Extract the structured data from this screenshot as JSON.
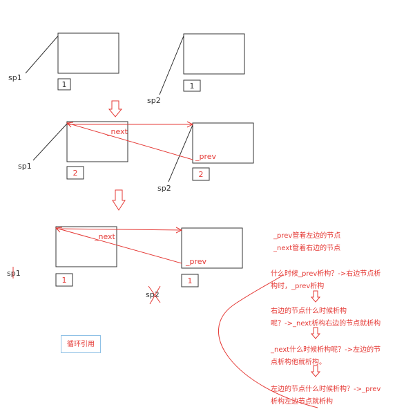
{
  "labels": {
    "sp1": "sp1",
    "sp2": "sp2",
    "next": "_next",
    "prev": "_prev",
    "count_1": "1",
    "count_2": "2"
  },
  "caption": "循环引用",
  "notes": [
    "_prev管着左边的节点",
    "_next管着右边的节点",
    "什么时候_prev析构？->右边节点析",
    "构时，_prev析构",
    "右边的节点什么时候析构",
    "呢？->_next析构右边的节点就析构",
    "_next什么时候析构呢？->左边的节",
    "点析构他就析构。",
    "左边的节点什么时候析构？->_prev",
    "析构左边节点就析构"
  ],
  "colors": {
    "stroke": "#333333",
    "annotation": "#e53935",
    "caption_border": "#8fc1e6"
  }
}
